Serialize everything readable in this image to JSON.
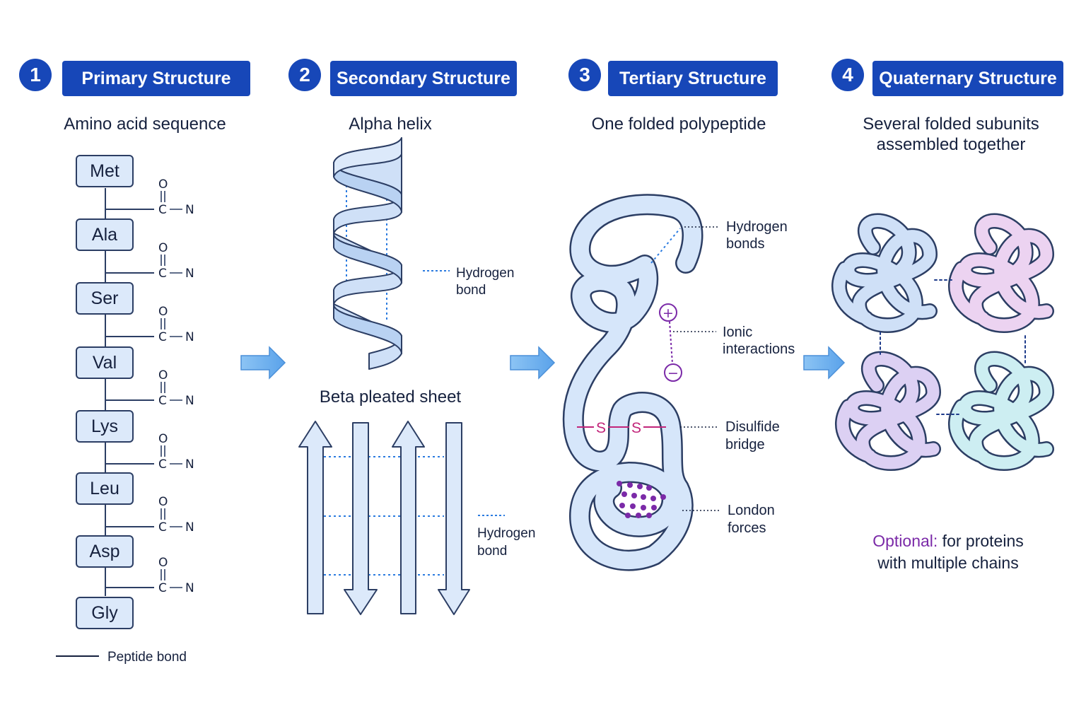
{
  "sections": [
    {
      "number": "1",
      "title": "Primary Structure",
      "subtitle": "Amino acid sequence"
    },
    {
      "number": "2",
      "title": "Secondary Structure",
      "subtitle_alpha": "Alpha helix",
      "subtitle_beta": "Beta pleated sheet"
    },
    {
      "number": "3",
      "title": "Tertiary Structure",
      "subtitle": "One folded polypeptide"
    },
    {
      "number": "4",
      "title": "Quaternary Structure",
      "subtitle_line1": "Several folded subunits",
      "subtitle_line2": "assembled together"
    }
  ],
  "primary": {
    "amino_acids": [
      "Met",
      "Ala",
      "Ser",
      "Val",
      "Lys",
      "Leu",
      "Asp",
      "Gly"
    ],
    "carbonyl": {
      "o": "O",
      "c": "C",
      "n": "N"
    },
    "legend": "Peptide bond"
  },
  "secondary": {
    "alpha_label": [
      "Hydrogen",
      "bond"
    ],
    "beta_label": [
      "Hydrogen",
      "bond"
    ]
  },
  "tertiary": {
    "labels": {
      "hydrogen": [
        "Hydrogen",
        "bonds"
      ],
      "ionic": [
        "Ionic",
        "interactions"
      ],
      "disulfide": [
        "Disulfide",
        "bridge"
      ],
      "london": [
        "London",
        "forces"
      ]
    },
    "plus": "+",
    "minus": "−",
    "sulfur": "S",
    "ionic_color": "#7b2aa8",
    "disulfide_color": "#c2257a"
  },
  "quaternary": {
    "note_highlight": "Optional:",
    "note_line1_rest": " for proteins",
    "note_line2": "with multiple chains",
    "subunit_colors": [
      "#cfe0f7",
      "#ecd3f1",
      "#dcd0f3",
      "#cdeef2"
    ]
  },
  "colors": {
    "badge": "#1747b8",
    "outline": "#2c3e64",
    "strand_fill": "#d6e6fa",
    "hbond": "#2b7be0",
    "arrow": "#6fb0ee"
  }
}
